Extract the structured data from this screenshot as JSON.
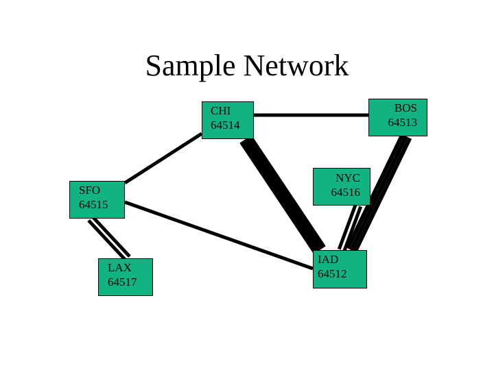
{
  "title": "Sample Network",
  "colors": {
    "node_fill": "#12b383",
    "node_border": "#000000",
    "link": "#000000",
    "background": "#ffffff"
  },
  "nodes": [
    {
      "id": "chi",
      "name": "CHI",
      "asn": "64514"
    },
    {
      "id": "bos",
      "name": "BOS",
      "asn": "64513"
    },
    {
      "id": "nyc",
      "name": "NYC",
      "asn": "64516"
    },
    {
      "id": "sfo",
      "name": "SFO",
      "asn": "64515"
    },
    {
      "id": "lax",
      "name": "LAX",
      "asn": "64517"
    },
    {
      "id": "iad",
      "name": "IAD",
      "asn": "64512"
    }
  ],
  "links": [
    {
      "from": "chi",
      "to": "bos",
      "count": 1
    },
    {
      "from": "chi",
      "to": "sfo",
      "count": 1
    },
    {
      "from": "sfo",
      "to": "iad",
      "count": 1
    },
    {
      "from": "sfo",
      "to": "lax",
      "count": 2
    },
    {
      "from": "chi",
      "to": "iad",
      "count": 4
    },
    {
      "from": "bos",
      "to": "iad",
      "count": 3
    },
    {
      "from": "nyc",
      "to": "iad",
      "count": 2
    }
  ]
}
